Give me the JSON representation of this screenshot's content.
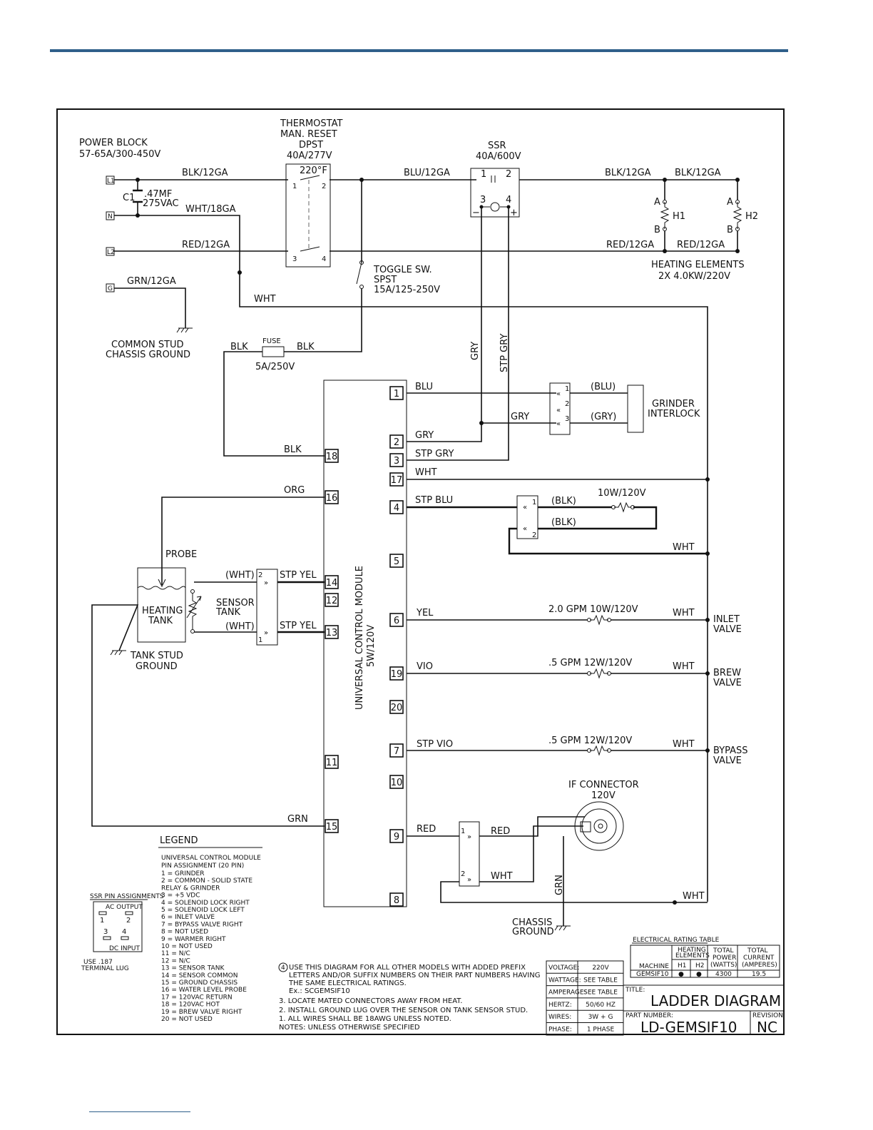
{
  "power_block": {
    "title": "POWER BLOCK",
    "rating": "57-65A/300-450V",
    "terminals": [
      "L1",
      "N",
      "L2",
      "G"
    ]
  },
  "wires": {
    "blk_12ga": "BLK/12GA",
    "wht_18ga": "WHT/18GA",
    "red_12ga": "RED/12GA",
    "grn_12ga": "GRN/12GA",
    "blu_12ga": "BLU/12GA",
    "wht": "WHT",
    "blk": "BLK",
    "gry": "GRY",
    "stp_gry": "STP GRY",
    "org": "ORG",
    "grn": "GRN",
    "blu": "BLU",
    "stp_blu": "STP BLU",
    "yel": "YEL",
    "vio": "VIO",
    "stp_vio": "STP VIO",
    "red": "RED",
    "stp_yel": "STP YEL",
    "blu_paren": "(BLU)",
    "gry_paren": "(GRY)",
    "blk_paren": "(BLK)",
    "wht_paren": "(WHT)"
  },
  "capacitor": {
    "ref": "C1",
    "value": ".47MF",
    "voltage": "275VAC"
  },
  "thermostat": {
    "lines": [
      "THERMOSTAT",
      "MAN. RESET",
      "DPST",
      "40A/277V"
    ],
    "temp": "220°F",
    "pins": [
      "1",
      "2",
      "3",
      "4"
    ]
  },
  "ssr": {
    "title": "SSR",
    "rating": "40A/600V",
    "pins": [
      "1",
      "2",
      "3",
      "4"
    ],
    "minus": "−",
    "plus": "+"
  },
  "heaters": {
    "h1": "H1",
    "h2": "H2",
    "a": "A",
    "b": "B",
    "label1": "HEATING ELEMENTS",
    "label2": "2X 4.0KW/220V"
  },
  "toggle": {
    "lines": [
      "TOGGLE SW.",
      "SPST",
      "15A/125-250V"
    ]
  },
  "ground": {
    "common1": "COMMON STUD",
    "common2": "CHASSIS GROUND",
    "tank1": "TANK STUD",
    "tank2": "GROUND",
    "chassis1": "CHASSIS",
    "chassis2": "GROUND"
  },
  "fuse": {
    "label": "FUSE",
    "rating": "5A/250V"
  },
  "module": {
    "line1": "UNIVERSAL CONTROL MODULE",
    "line2": "5W/120V"
  },
  "left_pins": [
    "18",
    "16",
    "14",
    "12",
    "13",
    "11",
    "15"
  ],
  "right_pins": [
    "1",
    "2",
    "3",
    "17",
    "4",
    "5",
    "6",
    "19",
    "20",
    "7",
    "10",
    "9",
    "8"
  ],
  "grinder": {
    "line1": "GRINDER",
    "line2": "INTERLOCK",
    "pins": [
      "1",
      "2",
      "3"
    ]
  },
  "warmer": {
    "rating": "10W/120V",
    "pins": [
      "1",
      "2"
    ]
  },
  "probe": {
    "probe": "PROBE",
    "tank1": "HEATING",
    "tank2": "TANK"
  },
  "sensor": {
    "line1": "SENSOR",
    "line2": "TANK",
    "pins": [
      "2",
      "1"
    ]
  },
  "valves": [
    {
      "spec": "2.0 GPM  10W/120V",
      "name1": "INLET",
      "name2": "VALVE"
    },
    {
      "spec": ".5 GPM  12W/120V",
      "name1": "BREW",
      "name2": "VALVE"
    },
    {
      "spec": ".5 GPM  12W/120V",
      "name1": "BYPASS",
      "name2": "VALVE"
    }
  ],
  "if_connector": {
    "line1": "IF CONNECTOR",
    "line2": "120V",
    "pins": [
      "1",
      "2"
    ]
  },
  "legend": {
    "title": "LEGEND",
    "subtitle1": "UNIVERSAL CONTROL MODULE",
    "subtitle2": "PIN ASSIGNMENT (20 PIN)",
    "items": [
      "1    =  GRINDER",
      "2    =  COMMON - SOLID STATE",
      "         RELAY & GRINDER",
      "3    =  +5 VDC",
      "4    =  SOLENOID LOCK RIGHT",
      "5    =  SOLENOID LOCK LEFT",
      "6    =  INLET VALVE",
      "7    =  BYPASS VALVE RIGHT",
      "8    =  NOT USED",
      "9    =  WARMER RIGHT",
      "10  =  NOT USED",
      "11  =  N/C",
      "12  =  N/C",
      "13  =  SENSOR TANK",
      "14  =  SENSOR COMMON",
      "15  =  GROUND CHASSIS",
      "16  =  WATER LEVEL PROBE",
      "17  =  120VAC RETURN",
      "18  =  120VAC HOT",
      "19  =  BREW VALVE RIGHT",
      "20  =  NOT USED"
    ]
  },
  "ssr_pins_box": {
    "title": "SSR PIN ASSIGNMENTS",
    "ac": "AC OUTPUT",
    "dc": "DC INPUT",
    "use1": "USE .187",
    "use2": "TERMINAL LUG",
    "p1": "1",
    "p2": "2",
    "p3": "3",
    "p4": "4"
  },
  "notes": [
    "USE THIS DIAGRAM FOR ALL OTHER MODELS WITH ADDED PREFIX",
    "LETTERS AND/OR SUFFIX NUMBERS ON THEIR PART NUMBERS HAVING",
    "THE SAME ELECTRICAL RATINGS.",
    "Ex.: SCGEMSIF10",
    "3. LOCATE MATED CONNECTORS AWAY FROM HEAT.",
    "2. INSTALL GROUND LUG OVER THE SENSOR ON TANK SENSOR STUD.",
    "1. ALL WIRES SHALL BE 18AWG UNLESS NOTED.",
    "NOTES: UNLESS OTHERWISE SPECIFIED"
  ],
  "note4_marker": "4",
  "rating_table": {
    "title": "ELECTRICAL RATING TABLE",
    "h_machine": "MACHINE",
    "h_heat1": "HEATING",
    "h_heat2": "ELEMENTS",
    "h_h1": "H1",
    "h_h2": "H2",
    "h_power1": "TOTAL",
    "h_power2": "POWER",
    "h_power3": "(WATTS)",
    "h_cur1": "TOTAL",
    "h_cur2": "CURRENT",
    "h_cur3": "(AMPERES)",
    "row": {
      "machine": "GEMSIF10",
      "h1": "●",
      "h2": "●",
      "power": "4300",
      "current": "19.5"
    }
  },
  "spec_table": [
    {
      "k": "VOLTAGE:",
      "v": "220V"
    },
    {
      "k": "WATTAGE:",
      "v": "SEE TABLE"
    },
    {
      "k": "AMPERAGE:",
      "v": "SEE TABLE"
    },
    {
      "k": "HERTZ:",
      "v": "50/60 HZ"
    },
    {
      "k": "WIRES:",
      "v": "3W + G"
    },
    {
      "k": "PHASE:",
      "v": "1 PHASE"
    }
  ],
  "title_block": {
    "title_label": "TITLE:",
    "title": "LADDER DIAGRAM",
    "part_label": "PART NUMBER:",
    "part": "LD-GEMSIF10",
    "rev_label": "REVISION:",
    "rev": "NC"
  }
}
